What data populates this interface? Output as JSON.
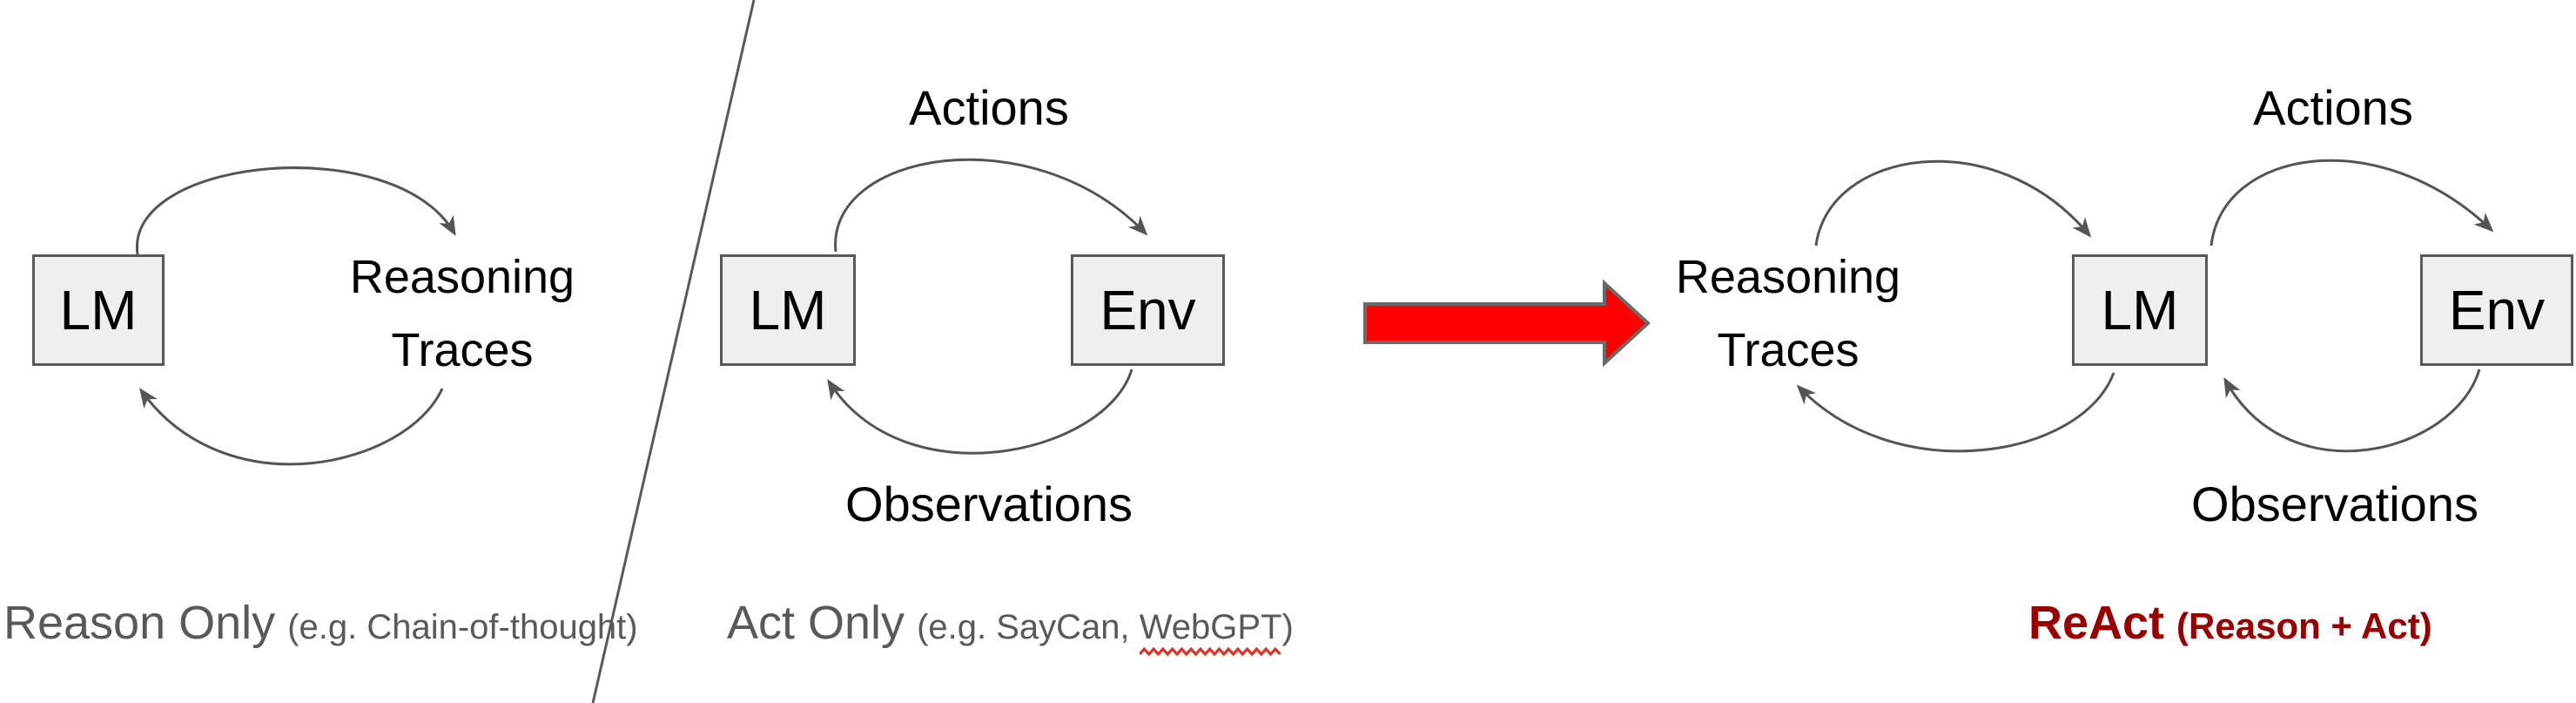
{
  "figure": {
    "panels": [
      {
        "name": "reason-only",
        "caption": {
          "main": "Reason Only",
          "note": "(e.g. Chain-of-thought)"
        },
        "concept": {
          "line1": "Reasoning",
          "line2": "Traces"
        },
        "nodes": {
          "lm": "LM"
        }
      },
      {
        "name": "act-only",
        "caption": {
          "main": "Act Only",
          "note_prefix": "(e.g. SayCan, ",
          "note_misspelled": "WebGPT",
          "note_suffix": ")"
        },
        "nodes": {
          "lm": "LM",
          "env": "Env"
        },
        "edges": {
          "top": "Actions",
          "bottom": "Observations"
        }
      },
      {
        "name": "react",
        "caption": {
          "main": "ReAct",
          "note": "(Reason + Act)"
        },
        "concept": {
          "line1": "Reasoning",
          "line2": "Traces"
        },
        "nodes": {
          "lm": "LM",
          "env": "Env"
        },
        "edges": {
          "top": "Actions",
          "bottom": "Observations"
        }
      }
    ],
    "colors": {
      "box_fill": "#efefef",
      "box_border": "#595959",
      "arc_stroke": "#545454",
      "divider_gray": "#595959",
      "label_gray": "#595959",
      "react_red": "#990000",
      "arrow_fill": "#ff0000",
      "arrow_stroke": "#6a6a6a",
      "squiggle_red": "#e0301e"
    }
  }
}
